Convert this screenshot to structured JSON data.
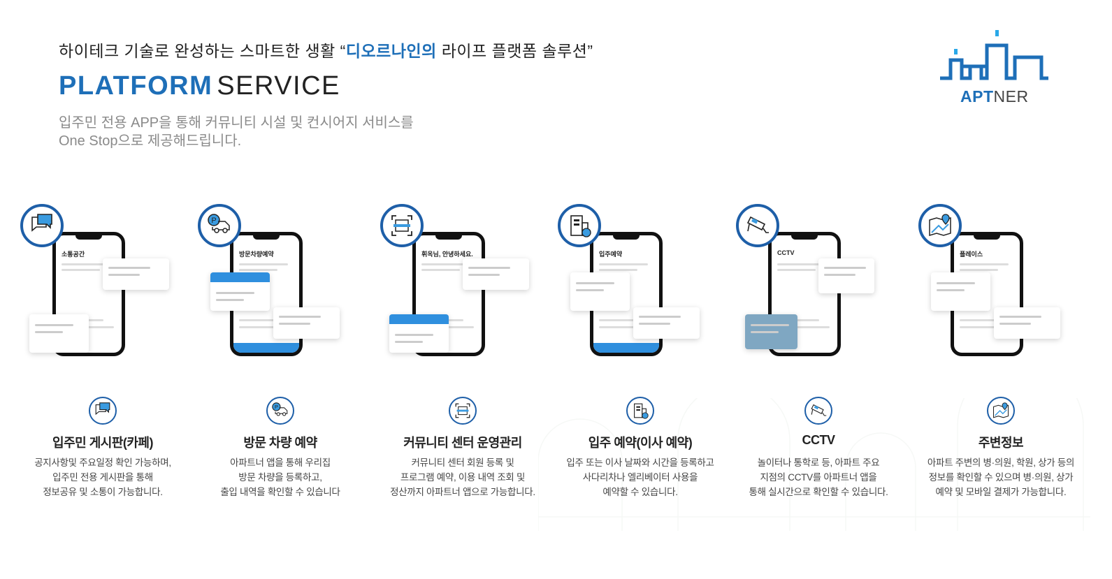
{
  "header": {
    "tagline_pre": "하이테크 기술로 완성하는 스마트한 생활 “",
    "tagline_brand": "디오르나인의",
    "tagline_post": " 라이프 플랫폼 솔루션”",
    "title_bold": "PLATFORM",
    "title_light": "SERVICE",
    "subtitle_line1": "입주민 전용 APP을 통해 커뮤니티 시설 및 컨시어지 서비스를",
    "subtitle_line2": "One Stop으로 제공해드립니다."
  },
  "logo": {
    "bold": "APT",
    "light": "NER"
  },
  "colors": {
    "brand": "#1e6fb8",
    "ring": "#1e5fa8",
    "accent": "#2f8fde"
  },
  "services": [
    {
      "icon": "chat-icon",
      "screen_title": "소통공간",
      "title": "입주민 게시판(카페)",
      "desc": [
        "공지사항및 주요일정 확인 가능하며,",
        "입주민 전용 게시판을 통해",
        "정보공유 및 소통이 가능합니다."
      ]
    },
    {
      "icon": "parking-car-icon",
      "screen_title": "방문차량예약",
      "title": "방문 차량 예약",
      "desc": [
        "아파트너 앱을 통해 우리집",
        "방문 차량을 등록하고,",
        "출입 내역을 확인할 수 있습니다"
      ]
    },
    {
      "icon": "scan-icon",
      "screen_title": "휘옥님, 안녕하세요.",
      "title": "커뮤니티 센터 운영관리",
      "desc": [
        "커뮤니티 센터 회원 등록 및",
        "프로그램 예약, 이용 내역 조회 및",
        "정산까지 아파트너 앱으로 가능합니다."
      ]
    },
    {
      "icon": "building-clock-icon",
      "screen_title": "입주예약",
      "title": "입주 예약(이사 예약)",
      "desc": [
        "입주 또는 이사 날짜와 시간을 등록하고",
        "사다리차나 엘리베이터 사용을",
        "예약할 수 있습니다."
      ]
    },
    {
      "icon": "cctv-icon",
      "screen_title": "CCTV",
      "title": "CCTV",
      "desc": [
        "놀이터나 통학로 등, 아파트 주요",
        "지점의 CCTV를 아파트너 앱을",
        "통해 실시간으로 확인할 수 있습니다."
      ]
    },
    {
      "icon": "map-pin-icon",
      "screen_title": "플레이스",
      "title": "주변정보",
      "desc": [
        "아파트 주변의 병·의원, 학원, 상가 등의",
        "정보를 확인할 수 있으며 병·의원, 상가",
        "예약 및 모바일 결제가 가능합니다."
      ]
    }
  ]
}
